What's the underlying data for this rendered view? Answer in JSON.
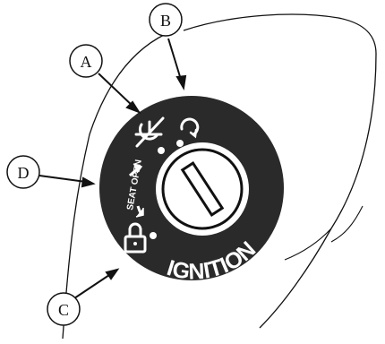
{
  "diagram": {
    "callouts": [
      {
        "id": "A",
        "label": "A"
      },
      {
        "id": "B",
        "label": "B"
      },
      {
        "id": "C",
        "label": "C"
      },
      {
        "id": "D",
        "label": "D"
      }
    ],
    "switch": {
      "ignition_text": "IGNITION",
      "seat_open_text": "SEAT OPEN",
      "icons": [
        "engine-stop-icon",
        "ignition-on-icon",
        "lock-icon",
        "key-slot-icon"
      ]
    },
    "colors": {
      "switch_face": "#2a2a2a",
      "key_barrel": "#ffffff",
      "line": "#111111"
    }
  }
}
